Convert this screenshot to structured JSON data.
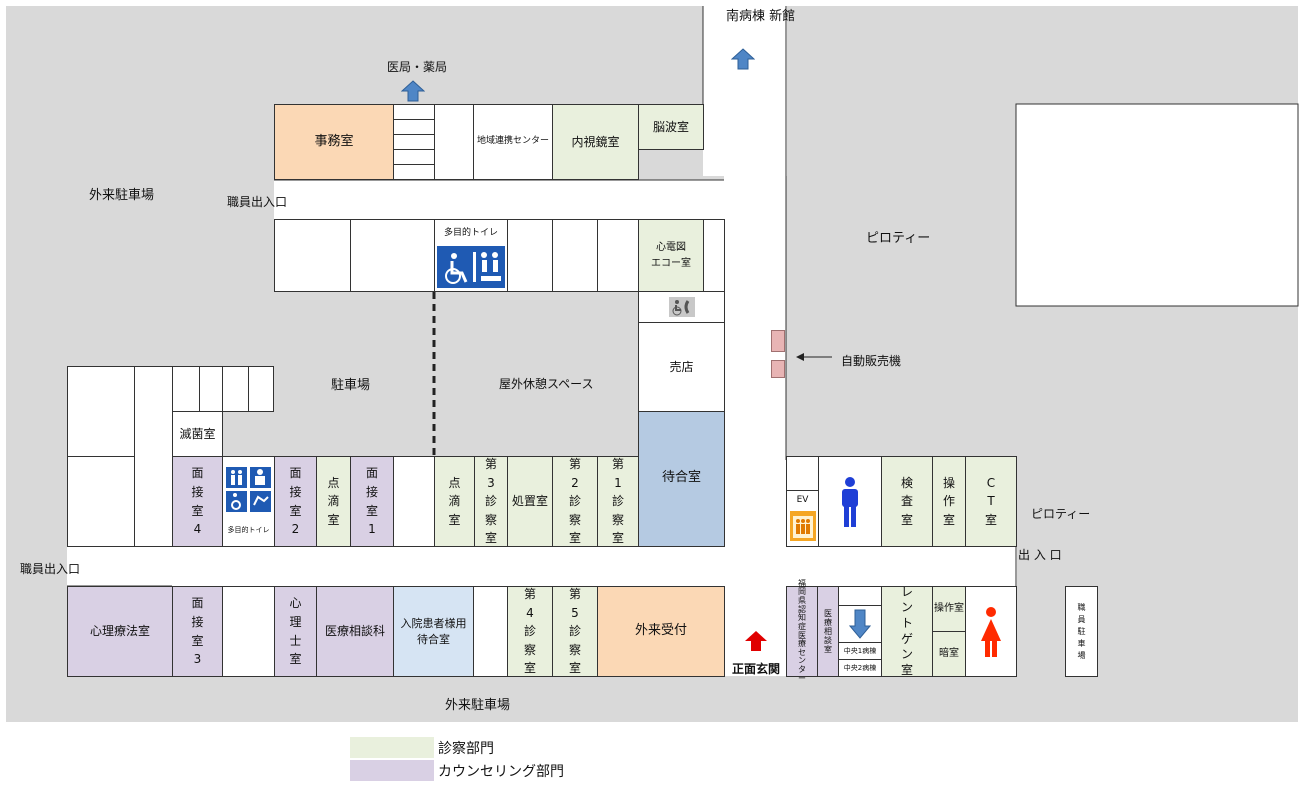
{
  "colors": {
    "clinic": "#e9f0dd",
    "counseling": "#d9d0e4",
    "office": "#fbd8b5",
    "waiting": "#b5cae2",
    "waiting_light": "#d6e4f3",
    "ground": "#d9d9d9",
    "arrow_blue": "#4f86c6",
    "arrow_red": "#e00000"
  },
  "labels": {
    "lot_top": "外来駐車場",
    "lot_bottom": "外来駐車場",
    "parking": "駐車場",
    "rest": "屋外休憩スペース",
    "pilotis_top": "ピロティー",
    "pilotis_right": "ピロティー",
    "vending": "自動販売機",
    "nav_med": "医局・薬局",
    "nav_south": "南病棟\n新館",
    "main_entrance": "正面玄関",
    "staff_entrance_top": "職員出入口",
    "staff_entrance_left": "職員出入口",
    "exit_right": "出\n入\n口"
  },
  "rooms": {
    "office": "事務室",
    "regional": "地域連携センター",
    "endoscopy": "内視鏡室",
    "eeg": "脳波室",
    "multi_toilet_top": "多目的トイレ",
    "ecg": "心電図\nエコー室",
    "shop": "売店",
    "waiting": "待合室",
    "sterile": "滅菌室",
    "interview4": "面\n接\n室\n4",
    "multi_toilet_small": "多目的トイレ",
    "interview2": "面\n接\n室\n2",
    "drip1": "点\n滴\n室",
    "interview1": "面\n接\n室\n1",
    "drip2": "点\n滴\n室",
    "exam3": "第\n3\n診\n察\n室",
    "treatment": "処置室",
    "exam2": "第\n2\n診\n察\n室",
    "exam1": "第\n1\n診\n察\n室",
    "ev": "EV",
    "lab": "検\n査\n室",
    "control1": "操\n作\n室",
    "ct": "C\nT\n室",
    "psychotherapy": "心理療法室",
    "interview3": "面\n接\n室\n3",
    "psychologist": "心\n理\n士\n室",
    "consult_dept": "医療相談科",
    "inpatient_wait": "入院患者様用\n待合室",
    "exam4": "第\n4\n診\n察\n室",
    "exam5": "第\n5\n診\n察\n室",
    "reception": "外来受付",
    "dementia_center": "福\n岡\n県\n認\n知\n症\n医\n療\nセ\nン\nタ\nー",
    "consult_room": "医\n療\n相\n談\n室",
    "ward1": "中央1病棟",
    "ward2": "中央2病棟",
    "xray": "レ\nン\nト\nゲ\nン\n室",
    "control2": "操作室",
    "darkroom": "暗室",
    "staff_parking": "職\n員\n駐\n車\n場"
  },
  "legend": [
    {
      "label": "診察部門",
      "color": "#e9f0dd"
    },
    {
      "label": "カウンセリング部門",
      "color": "#d9d0e4"
    }
  ]
}
